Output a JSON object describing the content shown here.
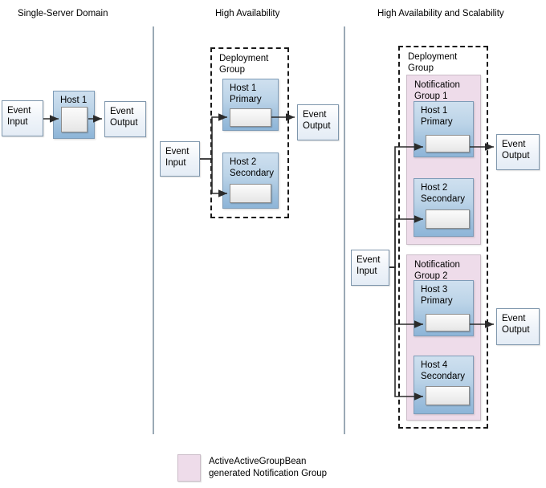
{
  "panels": [
    {
      "id": "single-server",
      "title": "Single-Server Domain"
    },
    {
      "id": "high-availability",
      "title": "High Availability"
    },
    {
      "id": "high-availability-scalability",
      "title": "High Availability and Scalability"
    }
  ],
  "labels": {
    "event_input": "Event\nInput",
    "event_input_line1": "Event",
    "event_input_line2": "Input",
    "event_output_line1": "Event",
    "event_output_line2": "Output",
    "deployment_group_line1": "Deployment",
    "deployment_group_line2": "Group"
  },
  "panel1": {
    "title": "Single-Server Domain",
    "event_input": {
      "line1": "Event",
      "line2": "Input"
    },
    "host": {
      "line1": "Host 1",
      "line2": ""
    },
    "event_output": {
      "line1": "Event",
      "line2": "Output"
    }
  },
  "panel2": {
    "title": "High Availability",
    "event_input": {
      "line1": "Event",
      "line2": "Input"
    },
    "deployment_group": {
      "line1": "Deployment",
      "line2": "Group"
    },
    "hosts": [
      {
        "line1": "Host 1",
        "line2": "Primary"
      },
      {
        "line1": "Host 2",
        "line2": "Secondary"
      }
    ],
    "event_output": {
      "line1": "Event",
      "line2": "Output"
    }
  },
  "panel3": {
    "title": "High Availability and Scalability",
    "event_input": {
      "line1": "Event",
      "line2": "Input"
    },
    "deployment_group": {
      "line1": "Deployment",
      "line2": "Group"
    },
    "notification_groups": [
      {
        "line1": "Notification",
        "line2": "Group 1",
        "hosts": [
          {
            "line1": "Host 1",
            "line2": "Primary"
          },
          {
            "line1": "Host 2",
            "line2": "Secondary"
          }
        ],
        "event_output": {
          "line1": "Event",
          "line2": "Output"
        }
      },
      {
        "line1": "Notification",
        "line2": "Group 2",
        "hosts": [
          {
            "line1": "Host 3",
            "line2": "Primary"
          },
          {
            "line1": "Host 4",
            "line2": "Secondary"
          }
        ],
        "event_output": {
          "line1": "Event",
          "line2": "Output"
        }
      }
    ]
  },
  "legend": {
    "swatch_color": "#eedcea",
    "line1": "ActiveActiveGroupBean",
    "line2": "generated Notification Group"
  },
  "colors": {
    "host_fill_top": "#cfe0ef",
    "host_fill_bottom": "#8db5d8",
    "host_border": "#7e9cb8",
    "event_box_fill": "#e9f0f8",
    "event_box_border": "#7e96ac",
    "server_fill": "#f2f2f2",
    "server_border": "#8d8d8d",
    "notification_group_fill": "#eedcea",
    "notification_group_border": "#cbbcc8",
    "deployment_group_border": "#1a1a1a",
    "separator": "#9aa9b5",
    "arrow": "#2b2b2b",
    "text": "#000000"
  }
}
